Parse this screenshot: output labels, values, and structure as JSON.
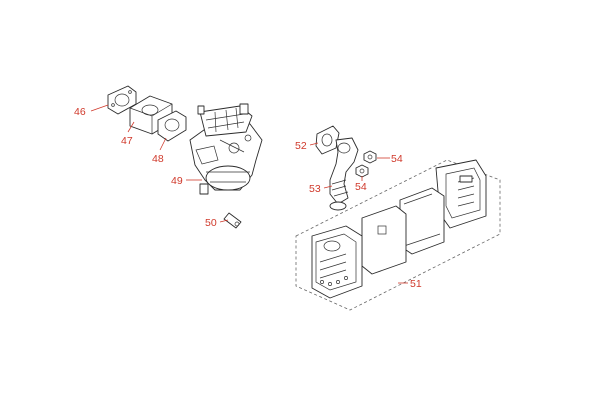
{
  "diagram": {
    "callouts": [
      {
        "id": "c46",
        "text": "46"
      },
      {
        "id": "c47",
        "text": "47"
      },
      {
        "id": "c48",
        "text": "48"
      },
      {
        "id": "c49",
        "text": "49"
      },
      {
        "id": "c50",
        "text": "50"
      },
      {
        "id": "c51",
        "text": "51"
      },
      {
        "id": "c52",
        "text": "52"
      },
      {
        "id": "c53",
        "text": "53"
      },
      {
        "id": "c54a",
        "text": "54"
      },
      {
        "id": "c54b",
        "text": "54"
      }
    ],
    "colors": {
      "callout_text": "#d0392b",
      "leader_line": "#d0392b",
      "linework": "#2b2b2b",
      "background": "#ffffff"
    }
  }
}
